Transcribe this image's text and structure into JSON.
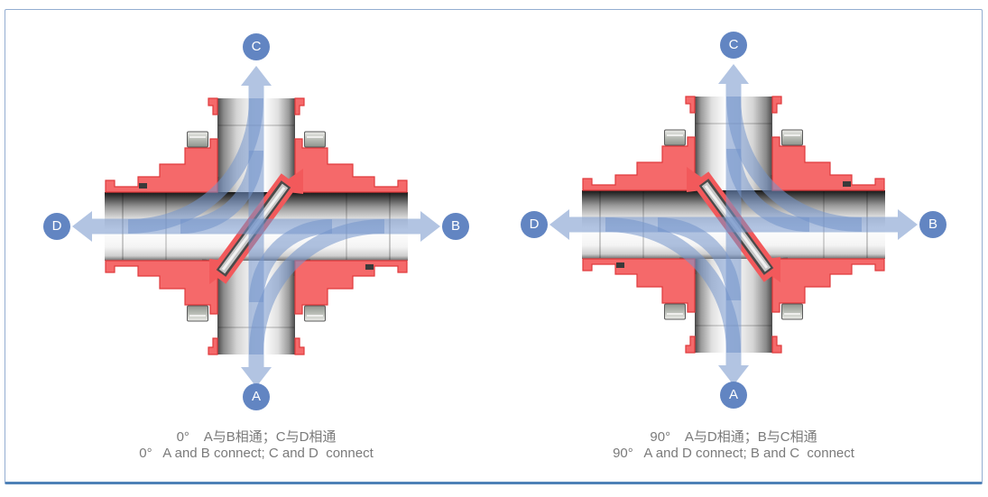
{
  "frame": {
    "background": "#ffffff",
    "border_color": "#93add1",
    "bottom_border_color": "#4e81b7"
  },
  "colors": {
    "port_circle": "#6285c2",
    "port_letter": "#ffffff",
    "flow_band": "rgba(115,148,202,0.55)",
    "valve_body_red": "#f5696a",
    "valve_red_edge": "#e03a3c",
    "pipe_metal_dark": "#1a1a1a",
    "pipe_metal_light": "#ffffff",
    "caption_text": "#7a7a7a"
  },
  "diagrams": [
    {
      "angle": "0°",
      "ports": {
        "top": "C",
        "right": "B",
        "bottom": "A",
        "left": "D"
      },
      "caption_zh": "0°    A与B相通；C与D相通",
      "caption_en": "0°   A and B connect; C and D  connect"
    },
    {
      "angle": "90°",
      "ports": {
        "top": "C",
        "right": "B",
        "bottom": "A",
        "left": "D"
      },
      "caption_zh": "90°    A与D相通；B与C相通",
      "caption_en": "90°   A and D connect; B and C  connect"
    }
  ]
}
